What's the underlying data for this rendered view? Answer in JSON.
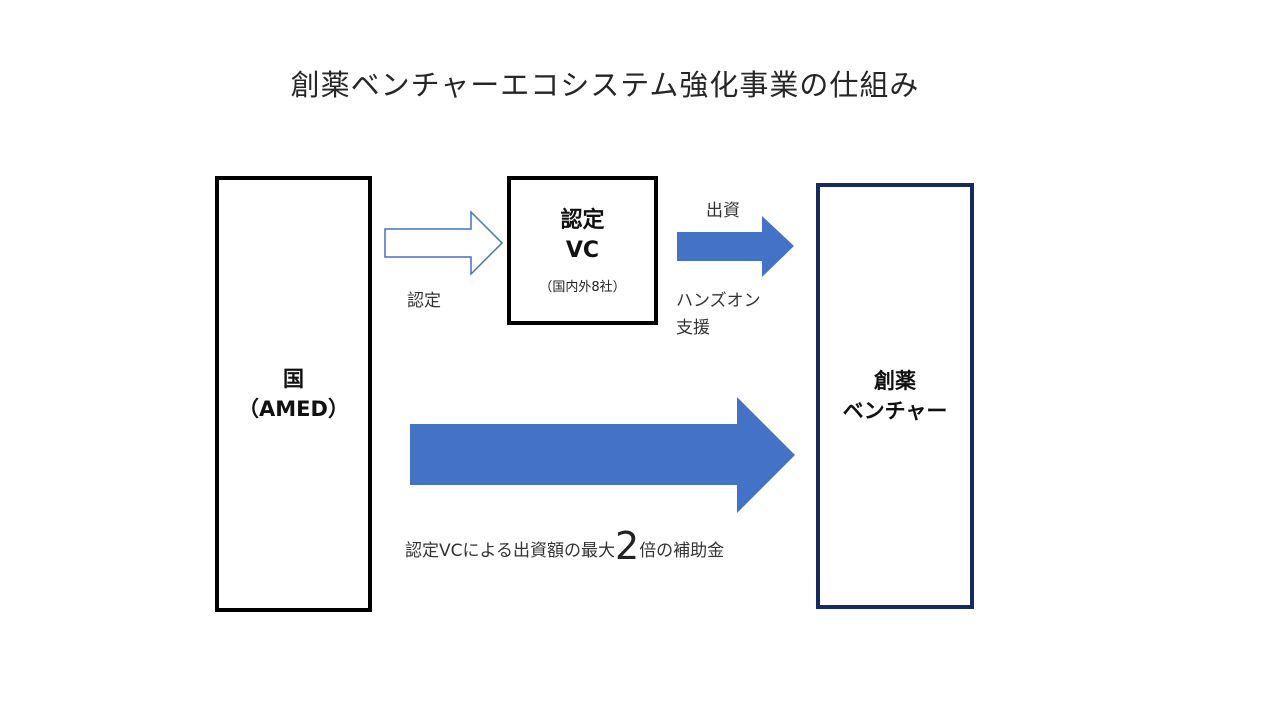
{
  "title": "創薬ベンチャーエコシステム強化事業の仕組み",
  "nodes": {
    "kuni": {
      "line1": "国",
      "line2": "（AMED）"
    },
    "vc": {
      "line1": "認定",
      "line2": "VC",
      "sub": "（国内外8社）"
    },
    "venture": {
      "line1": "創薬",
      "line2": "ベンチャー"
    }
  },
  "edges": {
    "certify": {
      "label": "認定"
    },
    "invest": {
      "label": "出資",
      "label2_line1": "ハンズオン",
      "label2_line2": "支援"
    },
    "subsidy": {
      "label_before": "認定VCによる出資額の最大",
      "label_number": "2",
      "label_after": "倍の補助金"
    }
  },
  "colors": {
    "arrow_fill": "#4472c4",
    "arrow_outline": "#4472c4",
    "box_border": "#000000",
    "venture_border": "#162a5c"
  }
}
